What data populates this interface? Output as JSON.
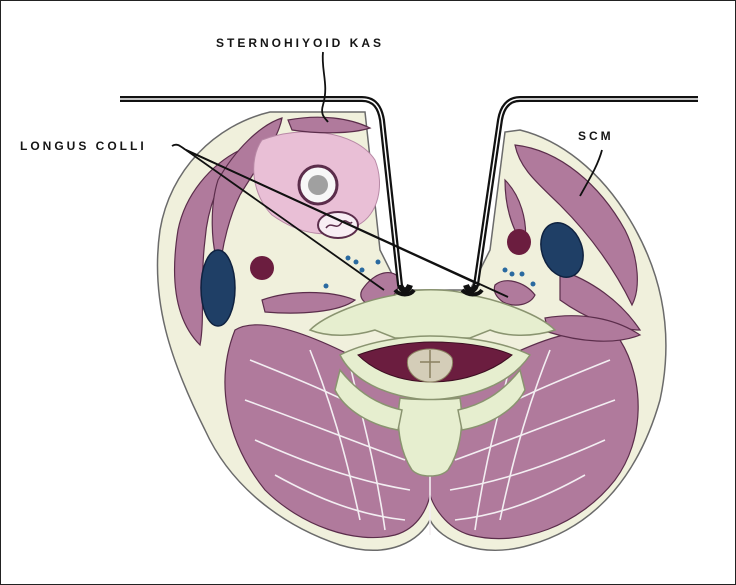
{
  "labels": {
    "sternohyoid": "STERNOHIYOID KAS",
    "longus_colli": "LONGUS COLLI",
    "scm": "SCM"
  },
  "colors": {
    "muscle": "#b07a9c",
    "muscle_outline": "#5b2d4b",
    "fat": "#f0f0dc",
    "bone": "#e6eecf",
    "jugular_vein": "#1f3f66",
    "carotid_artery": "#6b1d3f",
    "thyroid": "#e9bfd6",
    "probe": "#111111"
  },
  "icons": [
    "ultrasound-probe-outline",
    "trachea",
    "esophagus",
    "vertebra",
    "spinal-cord"
  ]
}
